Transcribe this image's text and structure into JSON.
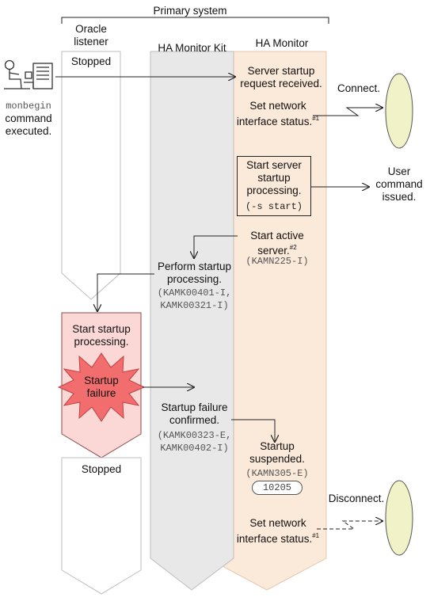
{
  "title": "Primary system",
  "lanes": {
    "oracle_listener": "Oracle\nlistener",
    "ha_monitor_kit": "HA Monitor Kit",
    "ha_monitor": "HA Monitor"
  },
  "operator": {
    "command": "monbegin",
    "caption": "command\nexecuted."
  },
  "listener": {
    "stopped_top": "Stopped",
    "start_processing": "Start startup\nprocessing.",
    "startup_failure": "Startup\nfailure",
    "stopped_bottom": "Stopped"
  },
  "kit": {
    "perform_startup": "Perform startup\nprocessing.",
    "perform_startup_msgs": [
      "(KAMK00401-I,",
      "KAMK00321-I)"
    ],
    "failure_confirmed": "Startup failure\nconfirmed.",
    "failure_confirmed_msgs": [
      "(KAMK00323-E,",
      "KAMK00402-I)"
    ]
  },
  "monitor": {
    "request_received": "Server startup\nrequest received.",
    "set_network_1": "Set network\ninterface status.",
    "footnote_1": "#1",
    "start_server_box": "Start server\nstartup\nprocessing.",
    "start_server_opt": "(-s start)",
    "start_active": "Start active\nserver.",
    "footnote_2": "#2",
    "start_active_msg": "(KAMN225-I)",
    "suspended": "Startup\nsuspended.",
    "suspended_msg": "(KAMN305-E)",
    "code": "10205",
    "set_network_2": "Set network\ninterface status.",
    "footnote_1b": "#1"
  },
  "right_side": {
    "connect": "Connect.",
    "user_command": "User\ncommand\nissued.",
    "disconnect": "Disconnect."
  },
  "colors": {
    "kit_lane": "#e8e8e8",
    "monitor_lane": "#fbe9d9",
    "failure_box": "#fbd8d6",
    "starburst": "#f26d6d",
    "ellipse": "#f2f2c8"
  }
}
